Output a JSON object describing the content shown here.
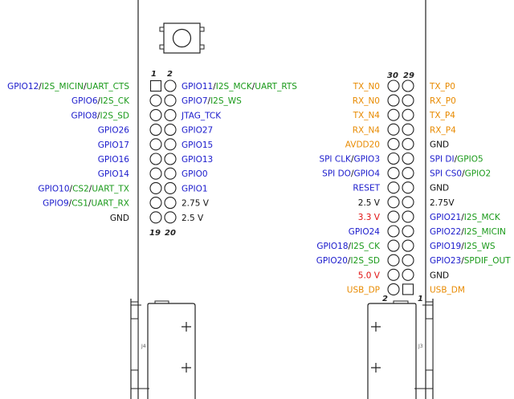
{
  "colors": {
    "gpio": "#1a1acc",
    "alt": "#1a9a1a",
    "orange": "#e88a00",
    "power": "#e01010",
    "black": "#111111",
    "outline": "#222222"
  },
  "header_left": {
    "numbers": {
      "top_left": "1",
      "top_right": "2",
      "bottom_left": "19",
      "bottom_right": "20"
    },
    "left_labels": [
      [
        {
          "t": "GPIO12",
          "c": "gpio"
        },
        {
          "t": "/",
          "c": "black"
        },
        {
          "t": "I2S_MICIN",
          "c": "alt"
        },
        {
          "t": "/",
          "c": "black"
        },
        {
          "t": "UART_CTS",
          "c": "alt"
        }
      ],
      [
        {
          "t": "GPIO6",
          "c": "gpio"
        },
        {
          "t": "/",
          "c": "black"
        },
        {
          "t": "I2S_CK",
          "c": "alt"
        }
      ],
      [
        {
          "t": "GPIO8",
          "c": "gpio"
        },
        {
          "t": "/",
          "c": "black"
        },
        {
          "t": "I2S_SD",
          "c": "alt"
        }
      ],
      [
        {
          "t": "GPIO26",
          "c": "gpio"
        }
      ],
      [
        {
          "t": "GPIO17",
          "c": "gpio"
        }
      ],
      [
        {
          "t": "GPIO16",
          "c": "gpio"
        }
      ],
      [
        {
          "t": "GPIO14",
          "c": "gpio"
        }
      ],
      [
        {
          "t": "GPIO10",
          "c": "gpio"
        },
        {
          "t": "/",
          "c": "black"
        },
        {
          "t": "CS2",
          "c": "alt"
        },
        {
          "t": "/",
          "c": "black"
        },
        {
          "t": "UART_TX",
          "c": "alt"
        }
      ],
      [
        {
          "t": "GPIO9",
          "c": "gpio"
        },
        {
          "t": "/",
          "c": "black"
        },
        {
          "t": "CS1",
          "c": "alt"
        },
        {
          "t": "/",
          "c": "black"
        },
        {
          "t": "UART_RX",
          "c": "alt"
        }
      ],
      [
        {
          "t": "GND",
          "c": "black"
        }
      ]
    ],
    "right_labels": [
      [
        {
          "t": "GPIO11",
          "c": "gpio"
        },
        {
          "t": "/",
          "c": "black"
        },
        {
          "t": "I2S_MCK",
          "c": "alt"
        },
        {
          "t": "/",
          "c": "black"
        },
        {
          "t": "UART_RTS",
          "c": "alt"
        }
      ],
      [
        {
          "t": "GPIO7",
          "c": "gpio"
        },
        {
          "t": "/",
          "c": "black"
        },
        {
          "t": "I2S_WS",
          "c": "alt"
        }
      ],
      [
        {
          "t": "JTAG_TCK",
          "c": "gpio"
        }
      ],
      [
        {
          "t": "GPIO27",
          "c": "gpio"
        }
      ],
      [
        {
          "t": "GPIO15",
          "c": "gpio"
        }
      ],
      [
        {
          "t": "GPIO13",
          "c": "gpio"
        }
      ],
      [
        {
          "t": "GPIO0",
          "c": "gpio"
        }
      ],
      [
        {
          "t": "GPIO1",
          "c": "gpio"
        }
      ],
      [
        {
          "t": "2.75 V",
          "c": "black"
        }
      ],
      [
        {
          "t": "2.5 V",
          "c": "black"
        }
      ]
    ]
  },
  "header_right": {
    "numbers": {
      "top_left": "30",
      "top_right": "29",
      "bottom_left": "2",
      "bottom_right": "1"
    },
    "left_labels": [
      [
        {
          "t": "TX_N0",
          "c": "orange"
        }
      ],
      [
        {
          "t": "RX_N0",
          "c": "orange"
        }
      ],
      [
        {
          "t": "TX_N4",
          "c": "orange"
        }
      ],
      [
        {
          "t": "RX_N4",
          "c": "orange"
        }
      ],
      [
        {
          "t": "AVDD20",
          "c": "orange"
        }
      ],
      [
        {
          "t": "SPI CLK",
          "c": "gpio"
        },
        {
          "t": "/",
          "c": "black"
        },
        {
          "t": "GPIO3",
          "c": "gpio"
        }
      ],
      [
        {
          "t": "SPI DO",
          "c": "gpio"
        },
        {
          "t": "/",
          "c": "black"
        },
        {
          "t": "GPIO4",
          "c": "gpio"
        }
      ],
      [
        {
          "t": "RESET",
          "c": "gpio"
        }
      ],
      [
        {
          "t": "2.5 V",
          "c": "black"
        }
      ],
      [
        {
          "t": "3.3 V",
          "c": "power"
        }
      ],
      [
        {
          "t": "GPIO24",
          "c": "gpio"
        }
      ],
      [
        {
          "t": "GPIO18",
          "c": "gpio"
        },
        {
          "t": "/",
          "c": "black"
        },
        {
          "t": "I2S_CK",
          "c": "alt"
        }
      ],
      [
        {
          "t": "GPIO20",
          "c": "gpio"
        },
        {
          "t": "/",
          "c": "black"
        },
        {
          "t": "I2S_SD",
          "c": "alt"
        }
      ],
      [
        {
          "t": "5.0 V",
          "c": "power"
        }
      ],
      [
        {
          "t": "USB_DP",
          "c": "orange"
        }
      ]
    ],
    "right_labels": [
      [
        {
          "t": "TX_P0",
          "c": "orange"
        }
      ],
      [
        {
          "t": "RX_P0",
          "c": "orange"
        }
      ],
      [
        {
          "t": "TX_P4",
          "c": "orange"
        }
      ],
      [
        {
          "t": "RX_P4",
          "c": "orange"
        }
      ],
      [
        {
          "t": "GND",
          "c": "black"
        }
      ],
      [
        {
          "t": "SPI DI",
          "c": "gpio"
        },
        {
          "t": "/",
          "c": "black"
        },
        {
          "t": "GPIO5",
          "c": "alt"
        }
      ],
      [
        {
          "t": "SPI CS0",
          "c": "gpio"
        },
        {
          "t": "/",
          "c": "black"
        },
        {
          "t": "GPIO2",
          "c": "alt"
        }
      ],
      [
        {
          "t": "GND",
          "c": "black"
        }
      ],
      [
        {
          "t": "2.75V",
          "c": "black"
        }
      ],
      [
        {
          "t": "GPIO21",
          "c": "gpio"
        },
        {
          "t": "/",
          "c": "black"
        },
        {
          "t": "I2S_MCK",
          "c": "alt"
        }
      ],
      [
        {
          "t": "GPIO22",
          "c": "gpio"
        },
        {
          "t": "/",
          "c": "black"
        },
        {
          "t": "I2S_MICIN",
          "c": "alt"
        }
      ],
      [
        {
          "t": "GPIO19",
          "c": "gpio"
        },
        {
          "t": "/",
          "c": "black"
        },
        {
          "t": "I2S_WS",
          "c": "alt"
        }
      ],
      [
        {
          "t": "GPIO23",
          "c": "gpio"
        },
        {
          "t": "/",
          "c": "black"
        },
        {
          "t": "SPDIF_OUT",
          "c": "alt"
        }
      ],
      [
        {
          "t": "GND",
          "c": "black"
        }
      ],
      [
        {
          "t": "USB_DM",
          "c": "orange"
        }
      ]
    ]
  },
  "connector_marks": {
    "left": "J4",
    "right": "J3"
  }
}
